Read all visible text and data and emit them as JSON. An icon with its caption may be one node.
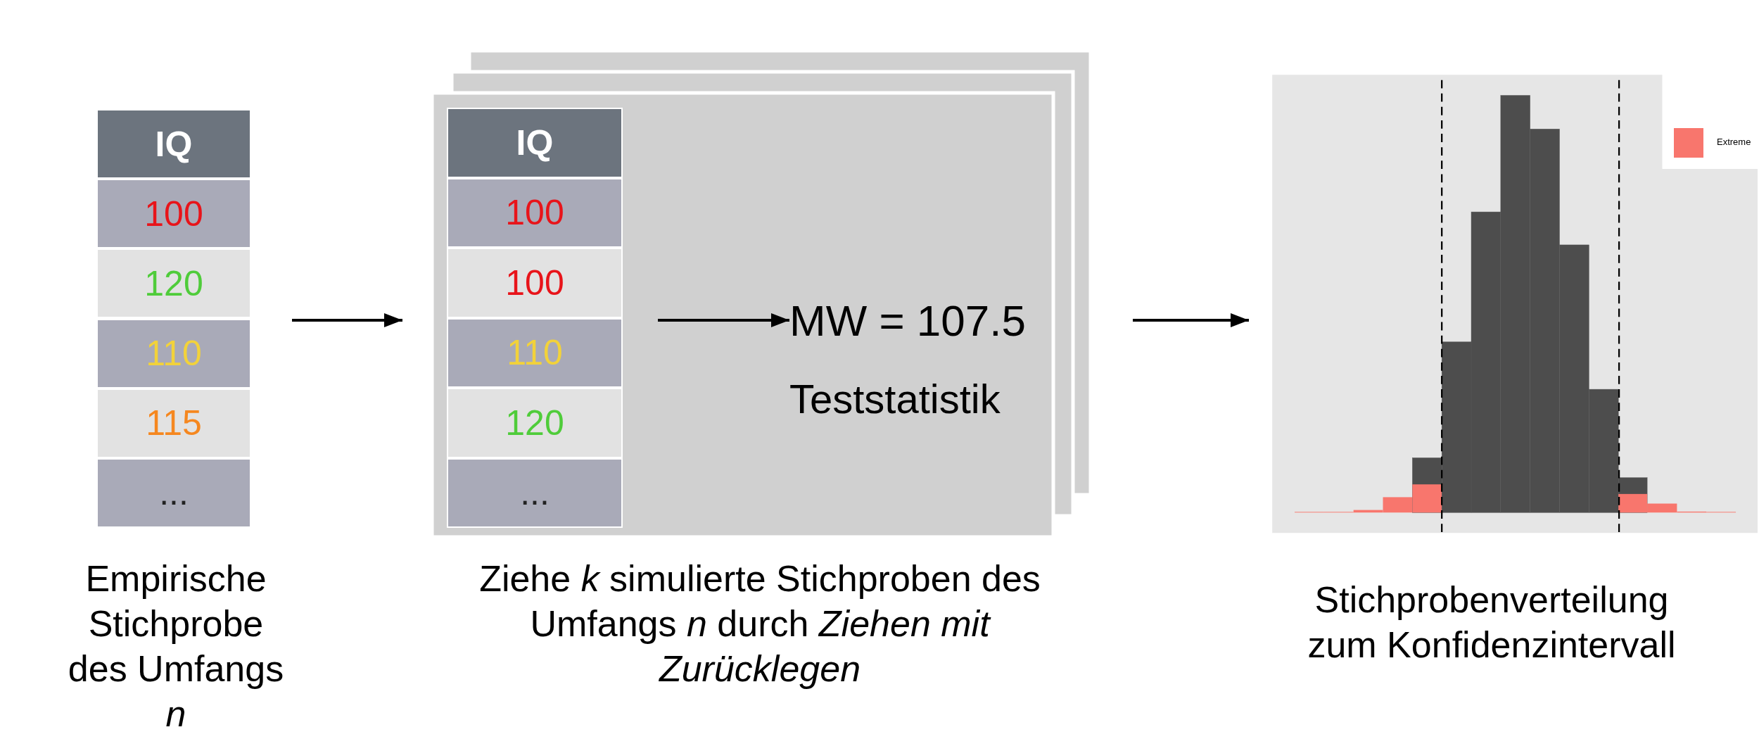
{
  "diagram": {
    "nodes": [
      {
        "text": [
          "IQ",
          "100",
          "120",
          "110",
          "115",
          "..."
        ],
        "beside": [
          "Empirische Stichprobe des Umfangs *n*"
        ]
      },
      {
        "text": [],
        "shape": "box",
        "beside": [
          "Ziehe *k* simulierte Stichproben des Umfangs *n* durch *Ziehen mit Zurücklegen*"
        ]
      },
      {
        "text": [
          "IQ",
          "100",
          "100",
          "110",
          "120",
          "..."
        ],
        "in": 1
      },
      {
        "text": [
          "MW = 107.5"
        ],
        "in": 1,
        "beside": [
          "Teststatistik"
        ]
      },
      {
        "text": [],
        "shape": "picture",
        "beside": [
          "Stichprobenverteilung zum Konfidenzintervall"
        ]
      }
    ],
    "edges": [
      {
        "from": 0,
        "to": 1,
        "arrow": "to"
      },
      {
        "from": 2,
        "to": 3,
        "arrow": "to"
      },
      {
        "from": 1,
        "to": 4,
        "arrow": "to"
      }
    ],
    "legend": [
      {
        "text": "Extreme",
        "color": "#f8766d"
      }
    ]
  }
}
